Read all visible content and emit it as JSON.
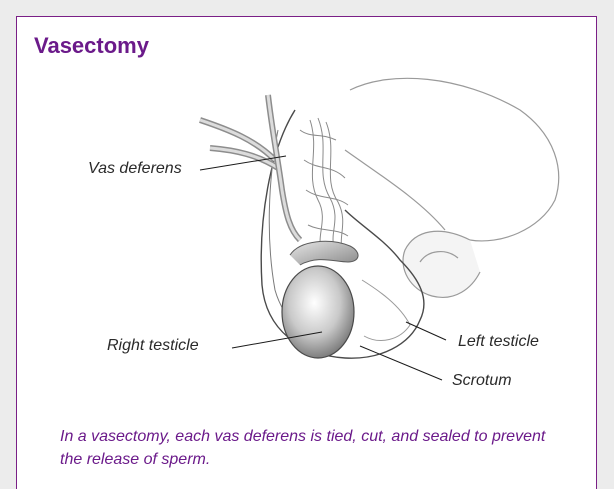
{
  "title": "Vasectomy",
  "labels": {
    "vas_deferens": "Vas deferens",
    "right_testicle": "Right testicle",
    "left_testicle": "Left testicle",
    "scrotum": "Scrotum"
  },
  "caption": "In a vasectomy, each vas deferens is tied, cut, and sealed to prevent the release of sperm.",
  "colors": {
    "accent": "#6b1a8a",
    "border": "#7a1f86"
  }
}
